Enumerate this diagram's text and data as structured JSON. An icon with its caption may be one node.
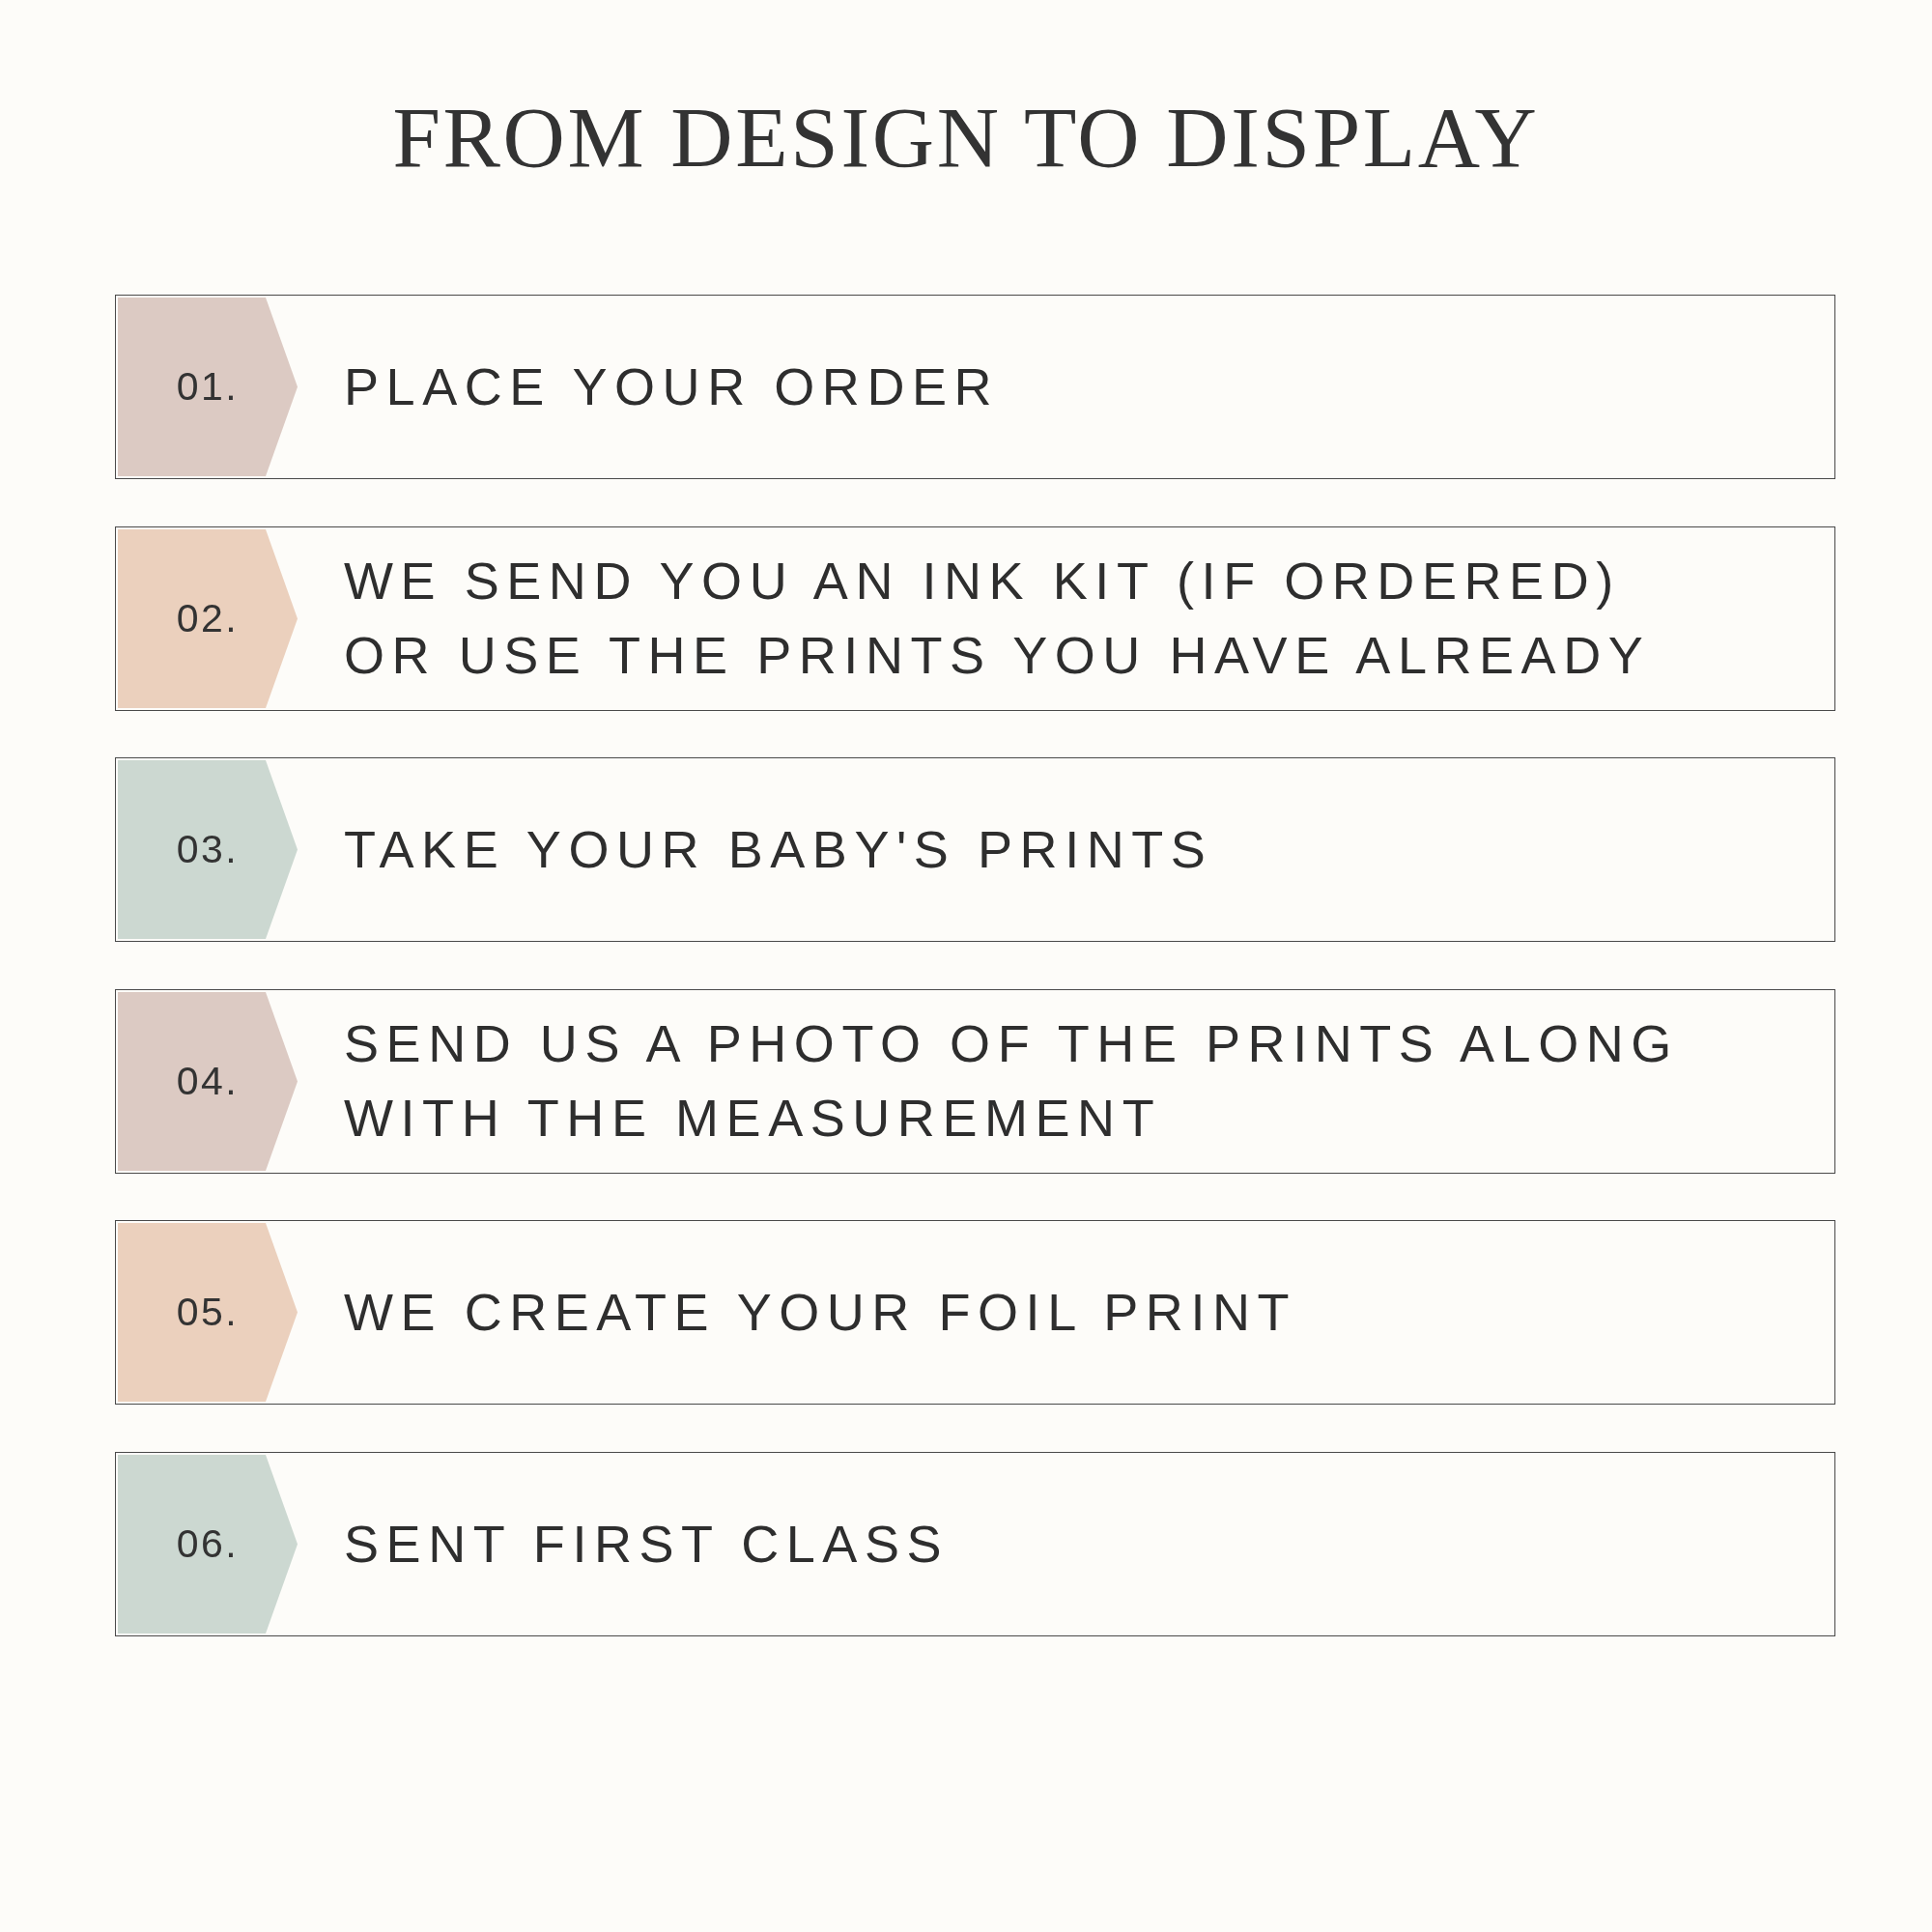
{
  "diagram": {
    "title": "FROM DESIGN TO DISPLAY",
    "nodes": [
      {
        "text": [
          "PLACE YOUR ORDER"
        ]
      },
      {
        "text": [
          "01."
        ],
        "in": 0
      },
      {
        "text": [
          "WE SEND YOU AN INK KIT (IF ORDERED) OR USE THE PRINTS YOU HAVE ALREADY"
        ]
      },
      {
        "text": [
          "02."
        ],
        "in": 2
      },
      {
        "text": [
          "TAKE YOUR BABY'S PRINTS"
        ]
      },
      {
        "text": [
          "03."
        ],
        "in": 4
      },
      {
        "text": [
          "SEND US A PHOTO OF THE PRINTS ALONG WITH THE MEASUREMENT"
        ]
      },
      {
        "text": [
          "04."
        ],
        "in": 6
      },
      {
        "text": [
          "WE CREATE YOUR FOIL PRINT"
        ]
      },
      {
        "text": [
          "05."
        ],
        "in": 8
      },
      {
        "text": [
          "SENT FIRST CLASS"
        ]
      },
      {
        "text": [
          "06."
        ],
        "in": 10
      }
    ]
  }
}
